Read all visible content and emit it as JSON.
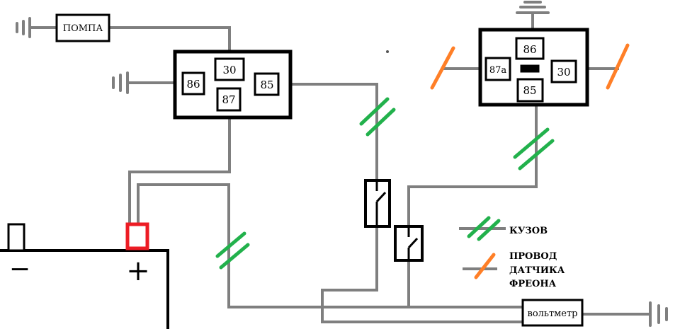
{
  "labels": {
    "pump": "ПОМПА",
    "voltmeter": "вольтметр",
    "battery_minus": "−",
    "battery_plus": "+"
  },
  "relay1": {
    "pins": [
      "30",
      "86",
      "85",
      "87"
    ]
  },
  "relay2": {
    "pins": [
      "86",
      "87a",
      "30",
      "85"
    ]
  },
  "legend": {
    "body": "КУЗОВ",
    "sensor_line1": "ПРОВОД",
    "sensor_line2": "ДАТЧИКА",
    "sensor_line3": "ФРЕОНА"
  },
  "colors": {
    "wire": "#7f7f7f",
    "body_mark": "#22b14c",
    "sensor_mark": "#ff7f27",
    "terminal_plus": "#ed1c24",
    "outline": "#000000"
  }
}
